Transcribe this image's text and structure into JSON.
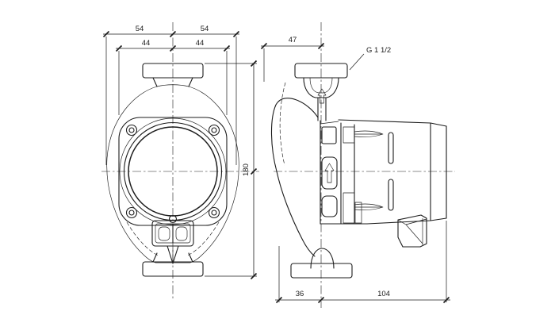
{
  "drawing": {
    "background": "#ffffff",
    "line_color": "#1c1c1c",
    "views": {
      "front": {
        "name": "front-view",
        "dims": {
          "overall_half_width_left": "54",
          "overall_half_width_right": "54",
          "flange_half_width_left": "44",
          "flange_half_width_right": "44",
          "overall_height": "180"
        }
      },
      "side": {
        "name": "side-view",
        "dims": {
          "front_face_to_port_axis": "47",
          "port_axis_to_front": "36",
          "port_axis_to_rear": "104"
        },
        "connection_thread": "G 1 1/2"
      }
    }
  }
}
